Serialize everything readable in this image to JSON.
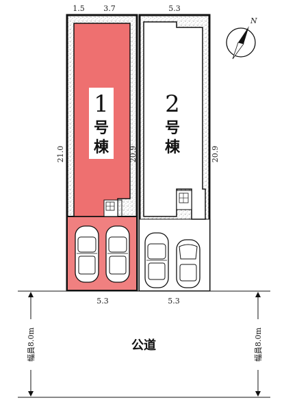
{
  "dimensions": {
    "top_lot1_left": "1.5",
    "top_lot1_right": "3.7",
    "top_lot2": "5.3",
    "side_lot1_outer": "21.0",
    "side_lot1_inner": "20.9",
    "side_lot2_outer": "20.9",
    "bottom_lot1": "5.3",
    "bottom_lot2": "5.3"
  },
  "buildings": [
    {
      "number": "1",
      "kanji_1": "号",
      "kanji_2": "棟"
    },
    {
      "number": "2",
      "kanji_1": "号",
      "kanji_2": "棟"
    }
  ],
  "road": {
    "label": "公道",
    "width_label_left": "幅員8.0m",
    "width_label_right": "幅員8.0m"
  },
  "compass": {
    "north_label": "N"
  },
  "colors": {
    "lot1_fill": "#f08080",
    "building1_fill": "#ee7070",
    "line": "#111111"
  }
}
